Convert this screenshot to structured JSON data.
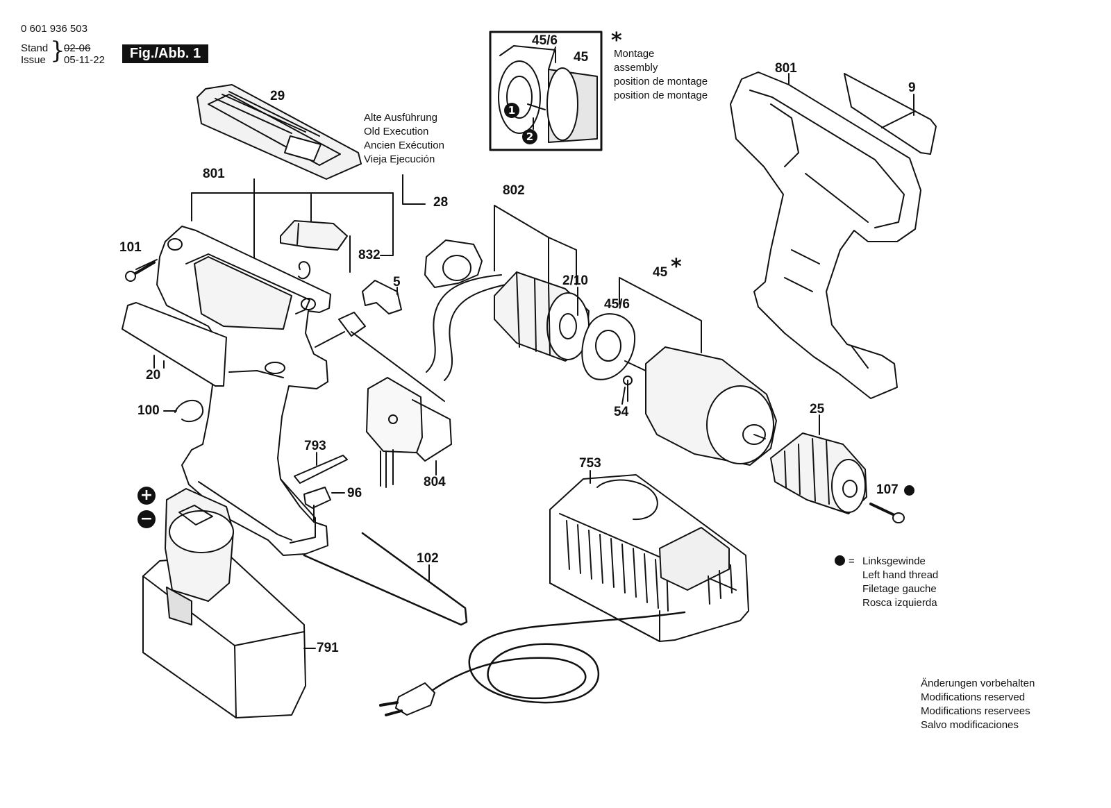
{
  "header": {
    "part_number": "0 601 936 503",
    "stand_label": "Stand",
    "stand_value": "02-06",
    "issue_label": "Issue",
    "issue_value": "05-11-22",
    "figure_label": "Fig./Abb. 1"
  },
  "notes": {
    "old_execution": [
      "Alte Ausführung",
      "Old Execution",
      "Ancien Exécution",
      "Vieja Ejecución"
    ],
    "assembly": [
      "Montage",
      "assembly",
      "position de montage",
      "position de montage"
    ],
    "left_hand_thread": [
      "Linksgewinde",
      "Left hand thread",
      "Filetage gauche",
      "Rosca izquierda"
    ],
    "legend_equals": "=",
    "modifications": [
      "Änderungen vorbehalten",
      "Modifications reserved",
      "Modifications reservees",
      "Salvo modificaciones"
    ],
    "asterisk": "*",
    "plus_sign": "+",
    "minus_sign": "−",
    "step_one": "1",
    "step_two": "2"
  },
  "part_labels": {
    "p29": "29",
    "p801_left": "801",
    "p801_right": "801",
    "p101": "101",
    "p832": "832",
    "p28": "28",
    "p802": "802",
    "p5": "5",
    "p20": "20",
    "p100": "100",
    "p2_10": "2/10",
    "p45_6": "45/6",
    "p45": "45",
    "p45_6_inset": "45/6",
    "p45_inset": "45",
    "p9": "9",
    "p54": "54",
    "p25": "25",
    "p107": "107",
    "p793": "793",
    "p804": "804",
    "p96": "96",
    "p102": "102",
    "p753": "753",
    "p791": "791"
  },
  "colors": {
    "ink": "#111111",
    "paper": "#ffffff",
    "shade": "#d8d8d8"
  }
}
